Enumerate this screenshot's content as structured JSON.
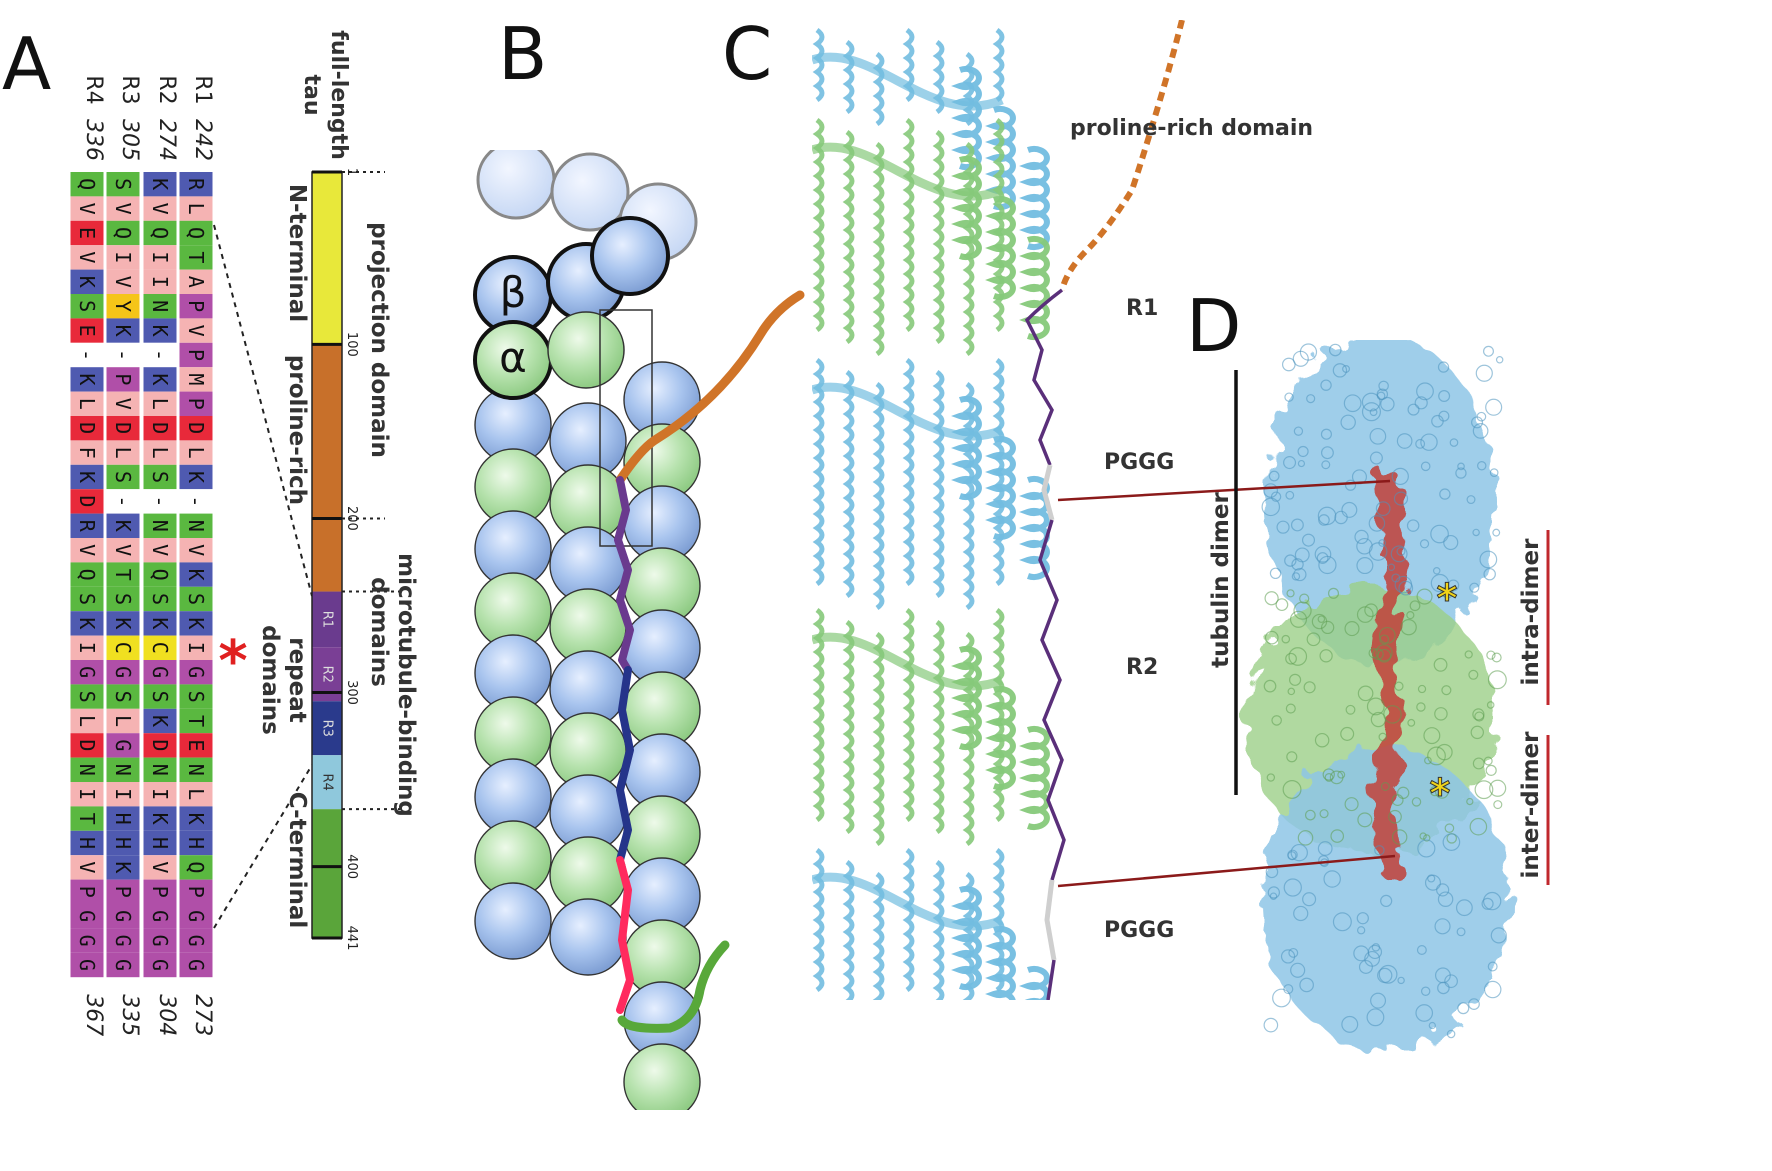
{
  "panels": {
    "a": "A",
    "b": "B",
    "c": "C",
    "d": "D"
  },
  "alignment": {
    "repeats": [
      {
        "name": "R1",
        "start": "242",
        "end": "273",
        "seq": "RLQTAPVPMPDLK-NVKSKIGSTENLKHQPGGG"
      },
      {
        "name": "R2",
        "start": "274",
        "end": "304",
        "seq": "KVQI INK-KLDLS-NVQSKCGSKDNIKHVPGGG"
      },
      {
        "name": "R3",
        "start": "305",
        "end": "335",
        "seq": "SVQIVYK-PVDLS-KVTSKCGSLGNIHHKPGGG"
      },
      {
        "name": "R4",
        "start": "336",
        "end": "367",
        "seq": "QVEVKSE-KLDFKDRVQSKIGSLDNITHVPGGG"
      }
    ]
  },
  "tau_bar": {
    "header": [
      "full-length",
      "tau"
    ],
    "ticks": [
      "1",
      "100",
      "200",
      "300",
      "400",
      "441"
    ],
    "repeat_labels": [
      "R1",
      "R2",
      "R3",
      "R4"
    ],
    "domain_labels": {
      "projection": [
        "projection domain"
      ],
      "n_terminal": "N-terminal",
      "proline_rich": "proline-rich",
      "mt_binding": [
        "microtubule-binding",
        "domains"
      ],
      "repeat": [
        "repeat",
        "domains"
      ],
      "c_terminal": "C-terminal"
    },
    "colors": {
      "nterm": "#e8e83a",
      "pro": "#c8702a",
      "r1": "#6a3b8e",
      "r2": "#7a3f95",
      "r3": "#2a3a8c",
      "r4": "#8fc8dc",
      "cterm": "#5aa53a"
    },
    "asterisk": "*"
  },
  "microtubule": {
    "beta_label": "β",
    "alpha_label": "α",
    "colors": {
      "beta": "#a8c4ee",
      "alpha": "#b6e2ad",
      "orange": "#d07428",
      "purple": "#6a3a8e",
      "blue": "#25348a",
      "pink": "#ff2a5e",
      "green": "#58a83a"
    }
  },
  "panel_c": {
    "labels": {
      "proline": "proline-rich domain",
      "r1": "R1",
      "pggg_top": "PGGG",
      "r2": "R2",
      "pggg_bottom": "PGGG"
    }
  },
  "panel_d": {
    "labels": {
      "tubulin_dimer": "tubulin dimer",
      "intra": "intra-dimer",
      "inter": "inter-dimer",
      "star": "*"
    }
  },
  "residue_colors": {
    "R": "#4f5ab0",
    "K": "#4f5ab0",
    "H": "#4f5ab0",
    "D": "#e8293a",
    "E": "#e8293a",
    "L": "#f5b3b3",
    "A": "#f5b3b3",
    "V": "#f5b3b3",
    "I": "#f5b3b3",
    "M": "#f5b3b3",
    "F": "#f5b3b3",
    "Q": "#5ab840",
    "S": "#5ab840",
    "T": "#5ab840",
    "N": "#5ab840",
    "G": "#b04fa8",
    "P": "#b04fa8",
    "Y": "#f5c518",
    "C": "#f0e020",
    "-": "#ffffff"
  }
}
